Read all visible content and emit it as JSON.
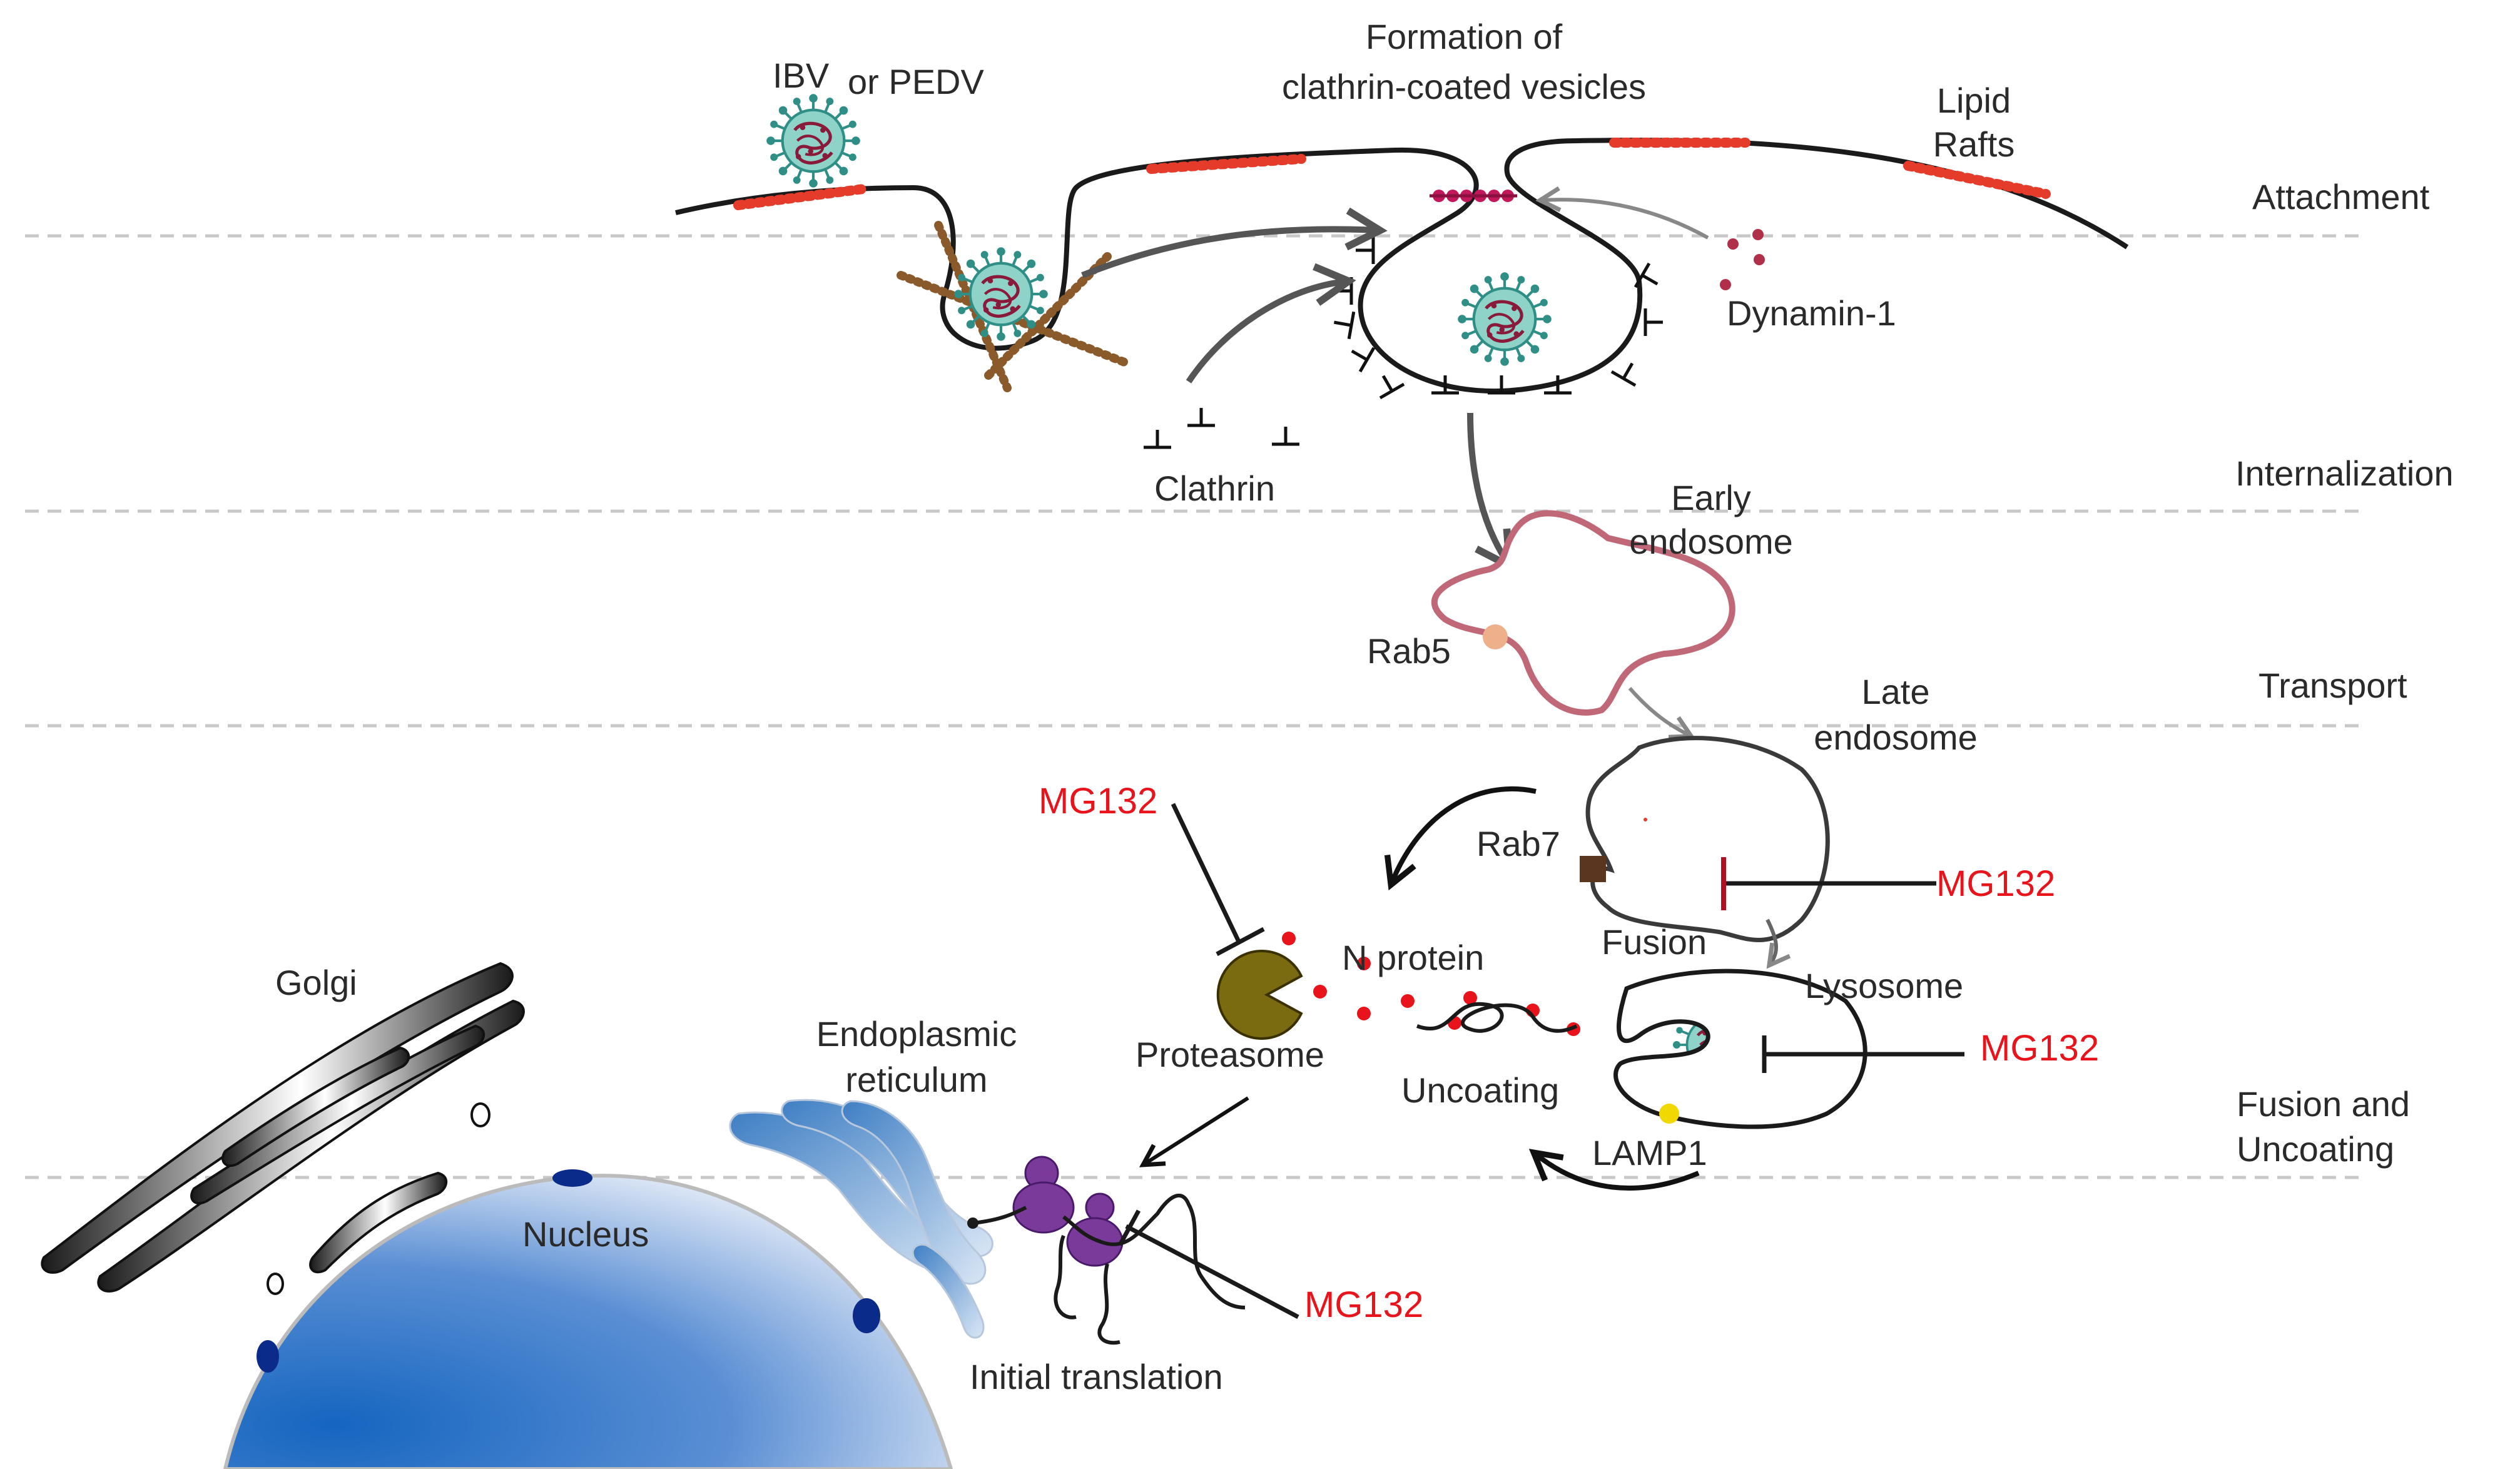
{
  "diagram": {
    "virus_label_ibv": "IBV",
    "virus_label_pedv": "or PEDV",
    "ccv_title": [
      "Formation of",
      "clathrin-coated vesicles"
    ],
    "lipid_rafts": [
      "Lipid",
      "Rafts"
    ],
    "dynamin": "Dynamin-1",
    "clathrin": "Clathrin",
    "early_endosome": [
      "Early",
      "endosome"
    ],
    "rab5": "Rab5",
    "late_endosome": [
      "Late",
      "endosome"
    ],
    "rab7": "Rab7",
    "fusion": "Fusion",
    "lysosome": "Lysosome",
    "lamp1": "LAMP1",
    "n_protein": "N protein",
    "proteasome": "Proteasome",
    "uncoating": "Uncoating",
    "golgi": "Golgi",
    "er": [
      "Endoplasmic",
      "reticulum"
    ],
    "nucleus": "Nucleus",
    "initial_translation": "Initial translation",
    "inhibitor": "MG132"
  },
  "stages": [
    "Attachment",
    "Internalization",
    "Transport",
    [
      "Fusion and",
      "Uncoating"
    ]
  ],
  "colors": {
    "inhibitor": "#e8131b",
    "lipid_raft": "#e43b2b",
    "virus": "#3aa59a",
    "actin": "#8b5a2b",
    "endosome": "#c06878",
    "rab5": "#eeb08a",
    "rab7": "#5a3520",
    "lamp1": "#f0d800",
    "ribosome": "#7a3a9a",
    "proteasome": "#7a6a10",
    "nucleus": "#1f6ebf"
  },
  "icons": [
    "virus-icon",
    "proteasome-icon",
    "ribosome-icon",
    "clathrin-triskelion-icon",
    "dynamin-dot-icon"
  ]
}
